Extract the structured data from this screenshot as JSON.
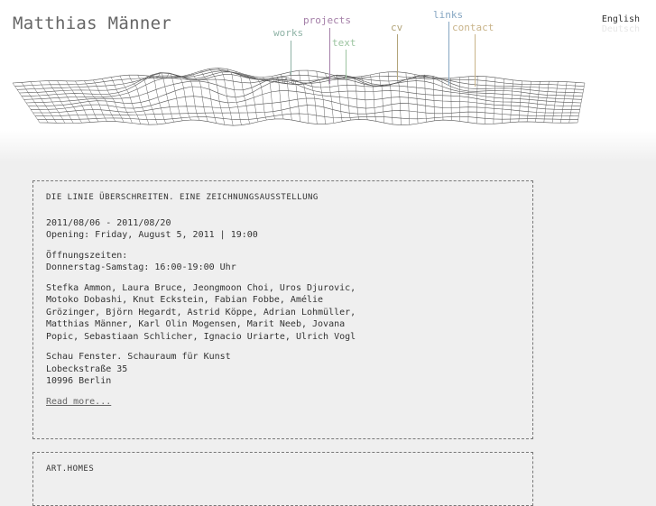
{
  "site": {
    "title": "Matthias Männer",
    "languages": [
      {
        "label": "English",
        "active": true
      },
      {
        "label": "Deutsch",
        "active": false
      }
    ]
  },
  "nav": {
    "works": {
      "label": "works",
      "color": "#8fb3a6"
    },
    "projects": {
      "label": "projects",
      "color": "#a47fa8"
    },
    "text": {
      "label": "text",
      "color": "#9cc4a0"
    },
    "cv": {
      "label": "cv",
      "color": "#b3a57a"
    },
    "links": {
      "label": "links",
      "color": "#86a6c2"
    },
    "contact": {
      "label": "contact",
      "color": "#c9b48a"
    }
  },
  "posts": [
    {
      "title": "DIE LINIE ÜBERSCHREITEN. EINE ZEICHNUNGSAUSSTELLUNG",
      "dates": "2011/08/06 - 2011/08/20",
      "opening": "Opening: Friday, August 5, 2011 | 19:00",
      "hours_label": "Öffnungszeiten:",
      "hours": "Donnerstag-Samstag: 16:00-19:00 Uhr",
      "artists": [
        "Stefka Ammon, Laura Bruce, Jeongmoon Choi, Uros Djurovic,",
        "Motoko Dobashi, Knut Eckstein, Fabian Fobbe, Amélie",
        "Grözinger, Björn Hegardt, Astrid Köppe, Adrian Lohmüller,",
        "Matthias Männer, Karl Olin Mogensen, Marit Neeb, Jovana",
        "Popic, Sebastiaan Schlicher, Ignacio Uriarte, Ulrich Vogl"
      ],
      "venue": [
        "Schau Fenster. Schauraum für Kunst",
        "Lobeckstraße 35",
        "10996 Berlin"
      ],
      "read_more": "Read more..."
    },
    {
      "title": "ART.HOMES"
    }
  ]
}
